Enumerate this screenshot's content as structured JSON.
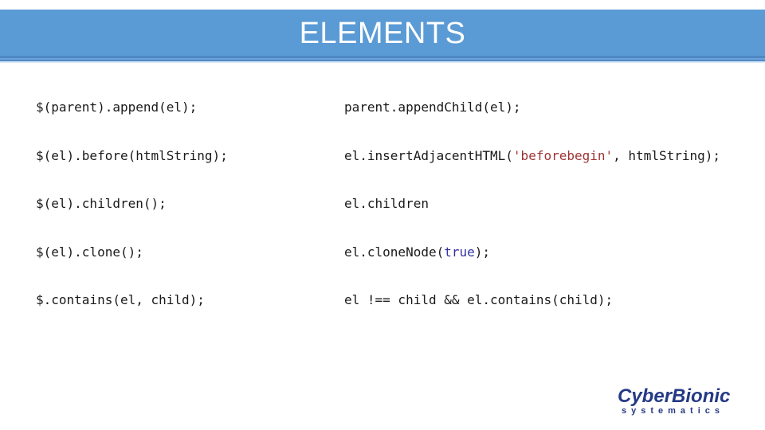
{
  "header": {
    "title": "ELEMENTS",
    "bar_color": "#5b9bd5",
    "accent_dark_color": "#4e89c5",
    "accent_pale_color": "#d9e8f7"
  },
  "colors": {
    "code_default": "#1a1a1a",
    "code_string": "#9e3333",
    "code_keyword": "#3333a0",
    "logo_navy": "#253a85"
  },
  "table": {
    "rows": [
      {
        "jquery": [
          {
            "text": "$(parent).append(el);",
            "style": "default"
          }
        ],
        "vanilla": [
          {
            "text": "parent.appendChild(el);",
            "style": "default"
          }
        ]
      },
      {
        "jquery": [
          {
            "text": "$(el).before(htmlString);",
            "style": "default"
          }
        ],
        "vanilla": [
          {
            "text": "el.insertAdjacentHTML(",
            "style": "default"
          },
          {
            "text": "'beforebegin'",
            "style": "string"
          },
          {
            "text": ", htmlString);",
            "style": "default"
          }
        ]
      },
      {
        "jquery": [
          {
            "text": "$(el).children();",
            "style": "default"
          }
        ],
        "vanilla": [
          {
            "text": "el.children",
            "style": "default"
          }
        ]
      },
      {
        "jquery": [
          {
            "text": "$(el).clone();",
            "style": "default"
          }
        ],
        "vanilla": [
          {
            "text": "el.cloneNode(",
            "style": "default"
          },
          {
            "text": "true",
            "style": "keyword"
          },
          {
            "text": ");",
            "style": "default"
          }
        ]
      },
      {
        "jquery": [
          {
            "text": "$.contains(el, child);",
            "style": "default"
          }
        ],
        "vanilla": [
          {
            "text": "el !== child && el.contains(child);",
            "style": "default"
          }
        ]
      }
    ]
  },
  "logo": {
    "brand": "CyberBionic",
    "subtext": "systematics"
  }
}
